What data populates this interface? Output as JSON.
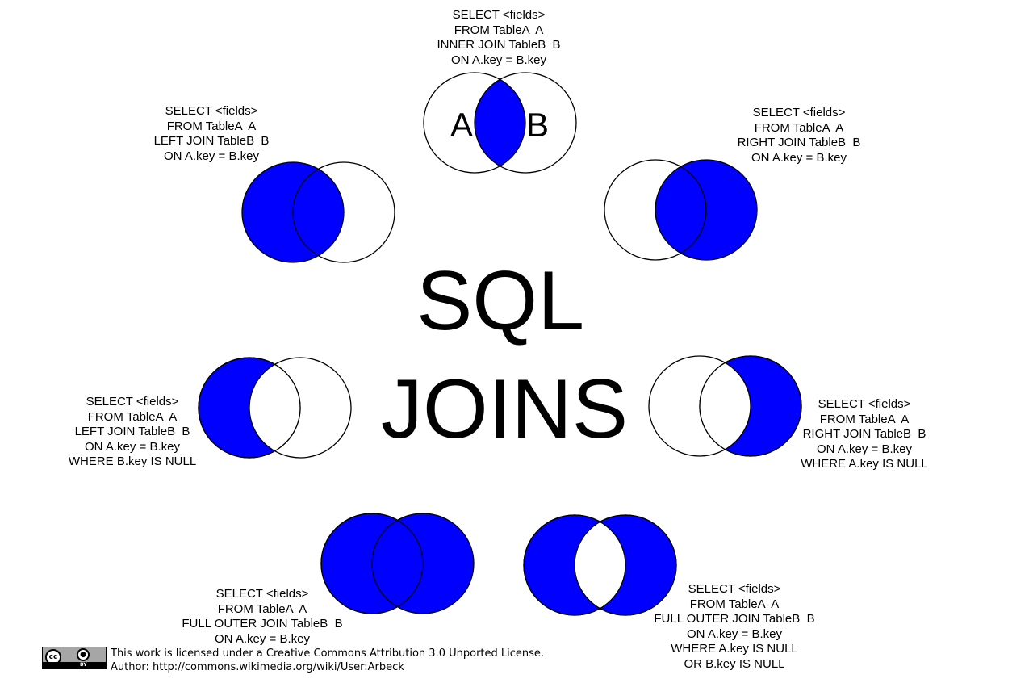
{
  "colors": {
    "fill": "#0000ff",
    "stroke": "#000000",
    "background": "#ffffff"
  },
  "title": {
    "line1": "SQL",
    "line2": "JOINS"
  },
  "venn_labels": {
    "a": "A",
    "b": "B"
  },
  "queries": {
    "inner": [
      "SELECT <fields>",
      "FROM TableA  A",
      "INNER JOIN TableB  B",
      "ON A.key = B.key"
    ],
    "left": [
      "SELECT <fields>",
      "FROM TableA  A",
      "LEFT JOIN TableB  B",
      "ON A.key = B.key"
    ],
    "right": [
      "SELECT <fields>",
      "FROM TableA  A",
      "RIGHT JOIN TableB  B",
      "ON A.key = B.key"
    ],
    "left_excl": [
      "SELECT <fields>",
      "FROM TableA  A",
      "LEFT JOIN TableB  B",
      "ON A.key = B.key",
      "WHERE B.key IS NULL"
    ],
    "right_excl": [
      "SELECT <fields>",
      "FROM TableA  A",
      "RIGHT JOIN TableB  B",
      "ON A.key = B.key",
      "WHERE A.key IS NULL"
    ],
    "full": [
      "SELECT <fields>",
      "FROM TableA  A",
      "FULL OUTER JOIN TableB  B",
      "ON A.key = B.key"
    ],
    "full_excl": [
      "SELECT <fields>",
      "FROM TableA  A",
      "FULL OUTER JOIN TableB  B",
      "ON A.key = B.key",
      "WHERE A.key IS NULL",
      "OR B.key IS NULL"
    ]
  },
  "license": {
    "line1": "This work is licensed under a Creative Commons Attribution 3.0 Unported License.",
    "line2": "Author: http://commons.wikimedia.org/wiki/User:Arbeck",
    "badge_cc": "cc",
    "badge_by": "BY",
    "badge_icon": "person-icon"
  }
}
